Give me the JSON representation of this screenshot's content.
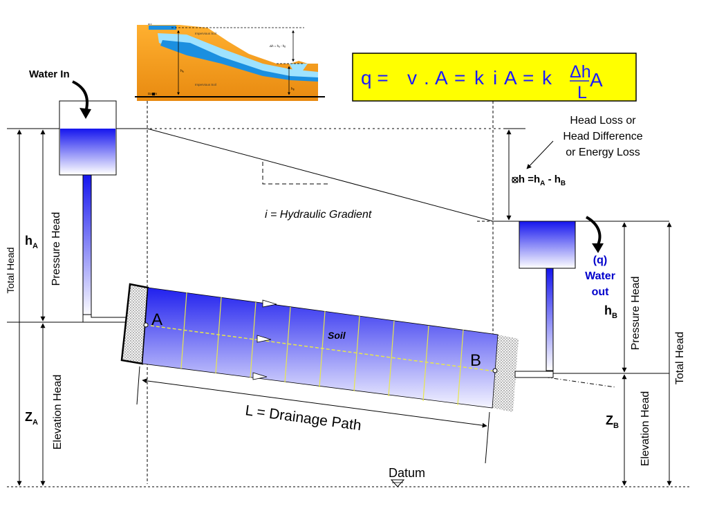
{
  "inset": {
    "wt_label": "w.t.",
    "impervious_top": "Impervious Soil",
    "impervious_bottom": "Impervious Soil",
    "delta_label": "Δh = hₐ - hᵦ",
    "ha_label": "hₐ",
    "hb_label": "hᵦ",
    "datum_label": "Datum"
  },
  "formula": {
    "q": "q =",
    "v": "v",
    "dot": ".",
    "A1": "A",
    "eq2": "=",
    "k1": "k",
    "i": "i",
    "A2": "A",
    "eq3": "=",
    "k2": "k",
    "num": "Δh",
    "den": "L",
    "A3": "A"
  },
  "labels": {
    "water_in": "Water In",
    "head_loss_line1": "Head Loss or",
    "head_loss_line2": "Head Difference",
    "head_loss_line3": "or Energy Loss",
    "delta_prefix": "⦻h =h",
    "delta_sub_a": "A",
    "delta_mid": " - h",
    "delta_sub_b": "B",
    "hydraulic_gradient": "i = Hydraulic Gradient",
    "q": "(q)",
    "water": "Water",
    "out": "out",
    "point_a": "A",
    "point_b": "B",
    "soil": "Soil",
    "drainage_path": "L = Drainage Path",
    "datum": "Datum",
    "total_head_left": "Total Head",
    "total_head_right": "Total Head",
    "pressure_head_left": "Pressure Head",
    "pressure_head_right": "Pressure Head",
    "elevation_head_left": "Elevation Head",
    "elevation_head_right": "Elevation Head",
    "h_main": "h",
    "h_sub_a": "A",
    "h_sub_b": "B",
    "z_main": "Z",
    "z_sub_a": "A",
    "z_sub_b": "B"
  },
  "colors": {
    "formula_box": "#ffff00",
    "formula_text": "#1a1aff",
    "water_blue": "#1010ee",
    "soil_orange": "#f4a020",
    "flow_text": "#0000cc",
    "grain_lines": "#e8e84a"
  }
}
